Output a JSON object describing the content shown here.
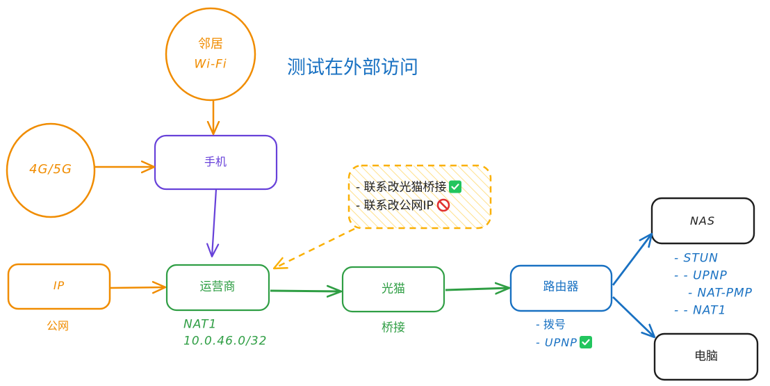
{
  "title": "测试在外部访问",
  "colors": {
    "orange": "#f08c00",
    "purple": "#6741d9",
    "green": "#2f9e44",
    "blue": "#1971c2",
    "black": "#1e1e1e",
    "note_border": "#fab005",
    "note_hatch": "#ffe08a",
    "check_green": "#22c55e",
    "prohibited_red": "#e03131"
  },
  "nodes": {
    "neighbor_wifi": {
      "line1": "邻居",
      "line2": "Wi-Fi",
      "shape": "circle"
    },
    "cellular": {
      "label": "4G/5G",
      "shape": "circle"
    },
    "phone": {
      "label": "手机",
      "shape": "box"
    },
    "public_ip": {
      "label": "IP",
      "caption": "公网",
      "shape": "box"
    },
    "isp": {
      "label": "运营商",
      "caption_lines": [
        "NAT1",
        "10.0.46.0/32"
      ],
      "shape": "box"
    },
    "modem": {
      "label": "光猫",
      "caption": "桥接",
      "shape": "box"
    },
    "router": {
      "label": "路由器",
      "notes": [
        "- 拨号",
        "- UPNP"
      ],
      "note_icons": [
        "",
        "check-icon"
      ],
      "shape": "box"
    },
    "nas": {
      "label": "NAS",
      "notes": [
        "- STUN",
        "- - UPNP",
        "- NAT-PMP",
        "- - NAT1"
      ],
      "shape": "box"
    },
    "pc": {
      "label": "电脑",
      "shape": "box"
    }
  },
  "note": {
    "items": [
      {
        "text": "- 联系改光猫桥接",
        "icon": "check-icon"
      },
      {
        "text": "- 联系改公网IP",
        "icon": "prohibited-icon"
      }
    ]
  },
  "edges": [
    {
      "from": "neighbor_wifi",
      "to": "phone",
      "style": "solid"
    },
    {
      "from": "cellular",
      "to": "phone",
      "style": "solid"
    },
    {
      "from": "phone",
      "to": "isp",
      "style": "solid"
    },
    {
      "from": "public_ip",
      "to": "isp",
      "style": "solid"
    },
    {
      "from": "note",
      "to": "isp",
      "style": "dashed"
    },
    {
      "from": "isp",
      "to": "modem",
      "style": "solid"
    },
    {
      "from": "modem",
      "to": "router",
      "style": "solid"
    },
    {
      "from": "router",
      "to": "nas",
      "style": "solid"
    },
    {
      "from": "router",
      "to": "pc",
      "style": "solid"
    }
  ]
}
